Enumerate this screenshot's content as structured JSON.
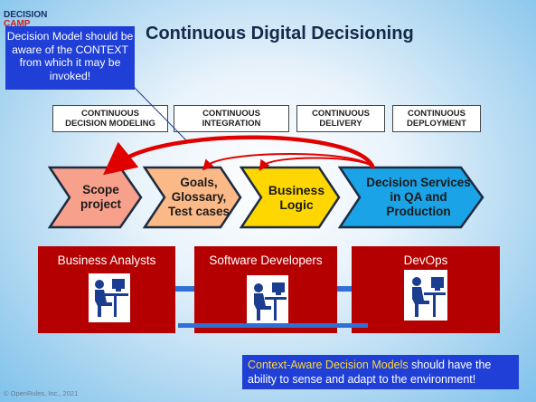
{
  "logo": {
    "line1": "DECISION",
    "line2": "CAMP"
  },
  "title": "Continuous Digital Decisioning",
  "callout": {
    "text": "Decision Model should be aware of the CONTEXT from which it may be invoked!"
  },
  "phases": [
    {
      "label": "CONTINUOUS\nDECISION MODELING"
    },
    {
      "label": "CONTINUOUS\nINTEGRATION"
    },
    {
      "label": "CONTINUOUS\nDELIVERY"
    },
    {
      "label": "CONTINUOUS\nDEPLOYMENT"
    }
  ],
  "steps": [
    {
      "label": "Scope\nproject",
      "fill": "#f7a08c"
    },
    {
      "label": "Goals,\nGlossary,\nTest cases",
      "fill": "#fbb988"
    },
    {
      "label": "Business\nLogic",
      "fill": "#ffd700"
    },
    {
      "label": "Decision Services\nin QA and\nProduction",
      "fill": "#1aa3e6"
    }
  ],
  "teams": [
    {
      "label": "Business Analysts"
    },
    {
      "label": "Software Developers"
    },
    {
      "label": "DevOps"
    }
  ],
  "bottom_note": {
    "highlight": "Context-Aware Decision Models",
    "rest": " should have the ability to sense and adapt to the environment!"
  },
  "copyright": "© OpenRules, Inc., 2021",
  "colors": {
    "team_red": "#b40000",
    "callout_blue": "#1f3fd6",
    "arrow_red": "#e10000",
    "connector_blue": "#2f6fd6"
  }
}
